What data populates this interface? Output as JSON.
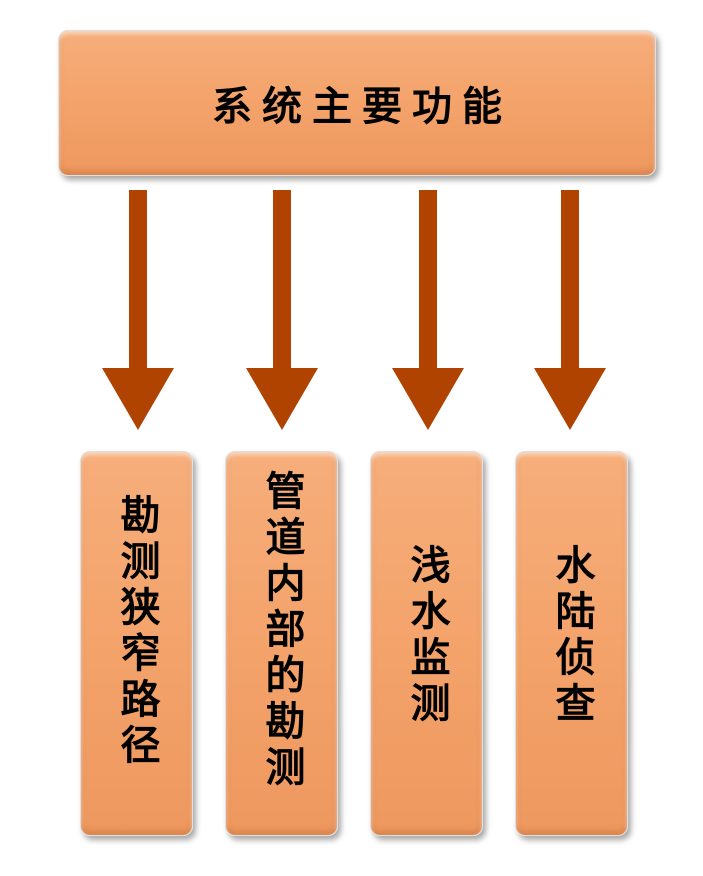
{
  "diagram": {
    "root": {
      "label": "系统主要功能"
    },
    "children": [
      {
        "label": "勘测狭窄路径"
      },
      {
        "label": "管道内部的勘测"
      },
      {
        "label": "浅水监测"
      },
      {
        "label": "水陆侦查"
      }
    ]
  },
  "colors": {
    "box_fill": "#f4a46c",
    "arrow": "#b04300",
    "text": "#000000"
  }
}
